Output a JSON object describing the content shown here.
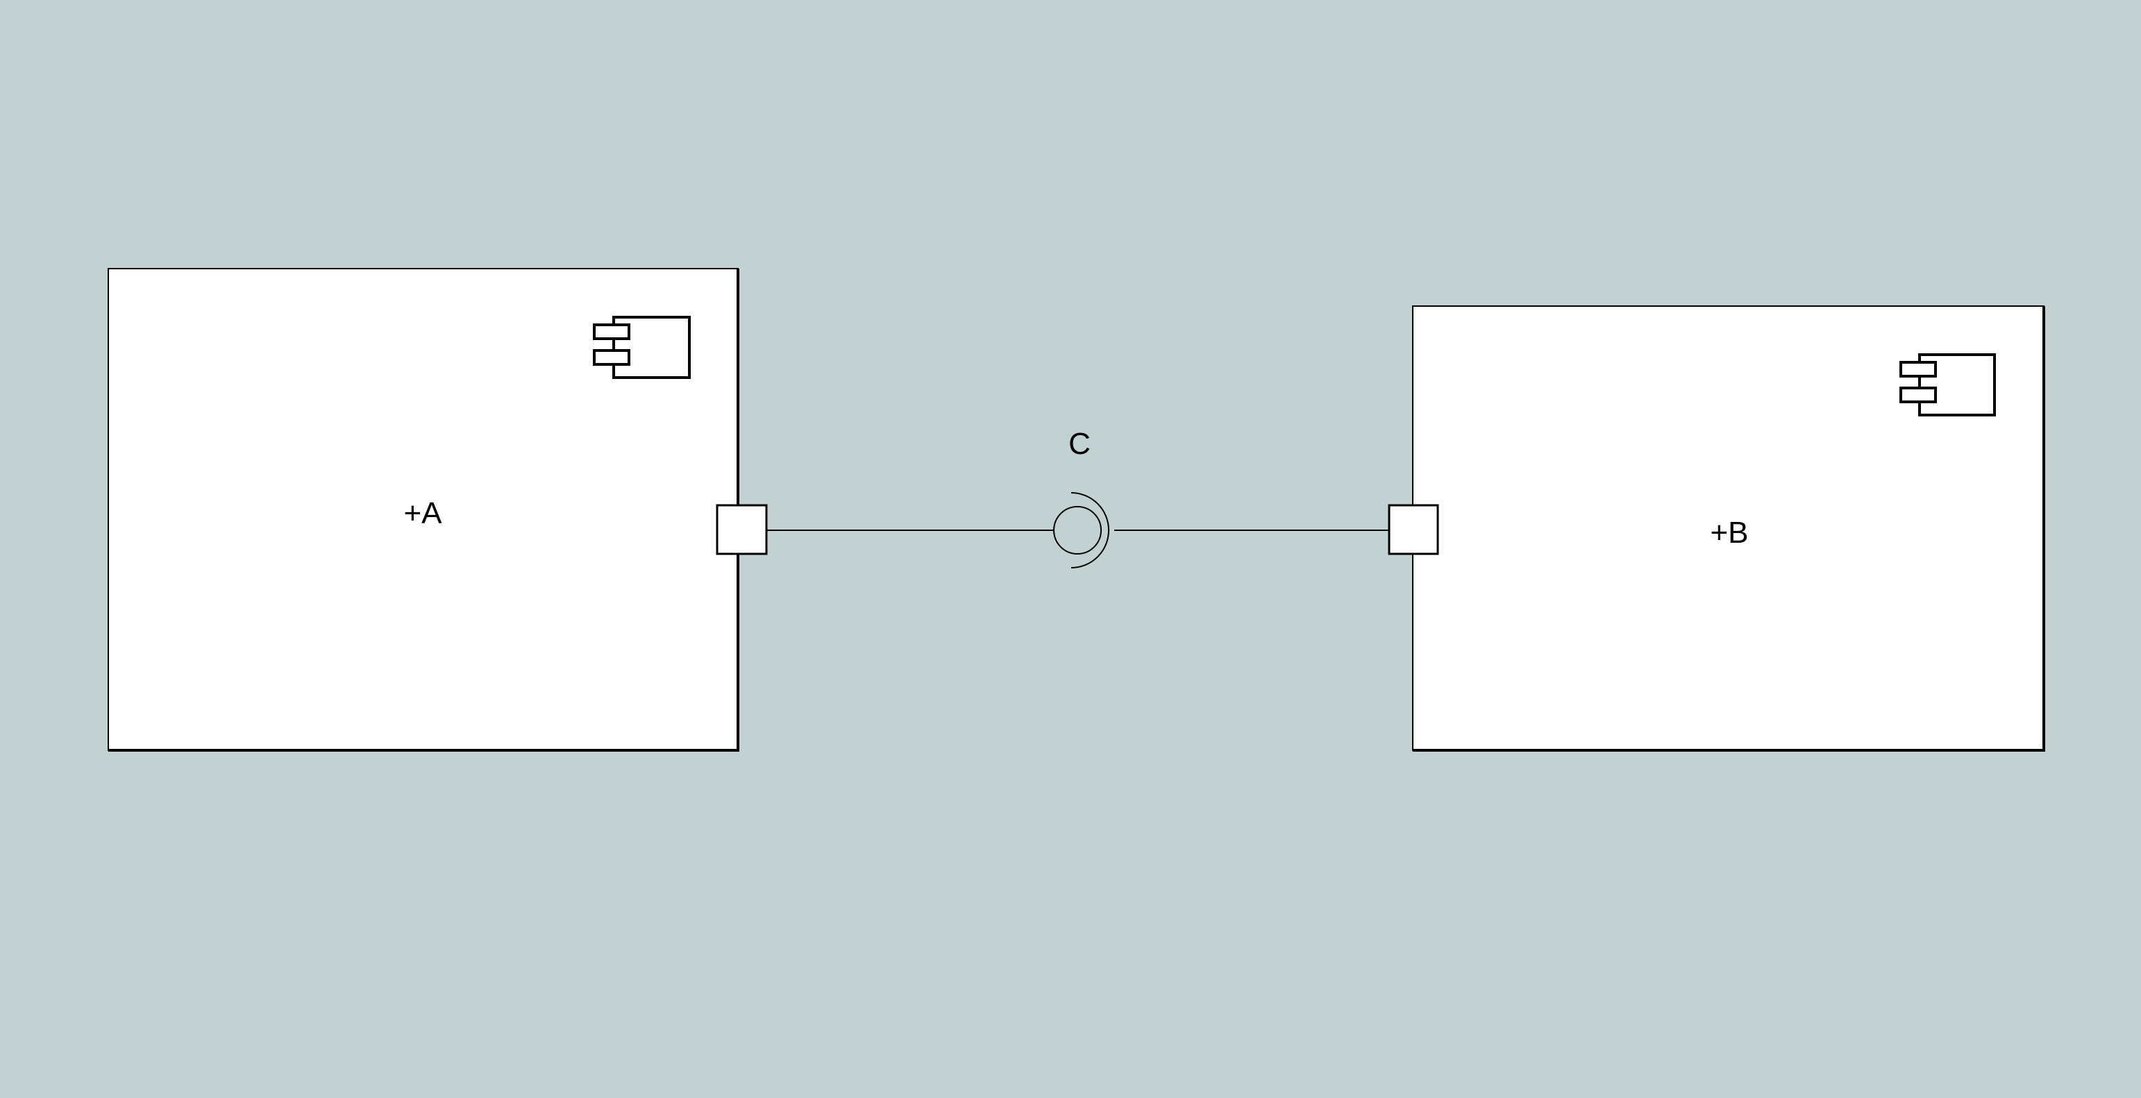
{
  "diagram": {
    "type": "uml-component",
    "background": "#c2d2d2",
    "components": [
      {
        "label": "+A",
        "icon": "component-icon"
      },
      {
        "label": "+B",
        "icon": "component-icon"
      }
    ],
    "interface": {
      "label": "C",
      "notation": "ball-and-socket"
    }
  }
}
